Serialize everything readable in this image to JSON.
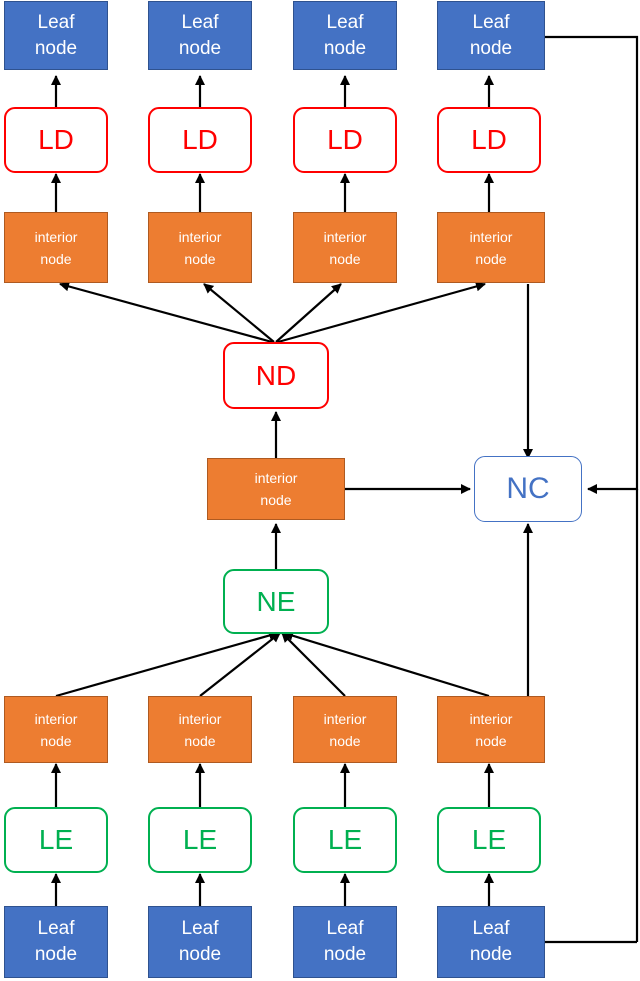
{
  "nodes": {
    "leaf_word": "Leaf",
    "node_word": "node",
    "interior_word": "interior",
    "ld_label": "LD",
    "nd_label": "ND",
    "nc_label": "NC",
    "ne_label": "NE",
    "le_label": "LE"
  },
  "colors": {
    "leaf_fill": "#4472c4",
    "interior_fill": "#ed7d31",
    "decoder_border": "#ff0000",
    "encoder_border": "#00b050",
    "combiner_border": "#4472c4",
    "edges": "#000000"
  }
}
